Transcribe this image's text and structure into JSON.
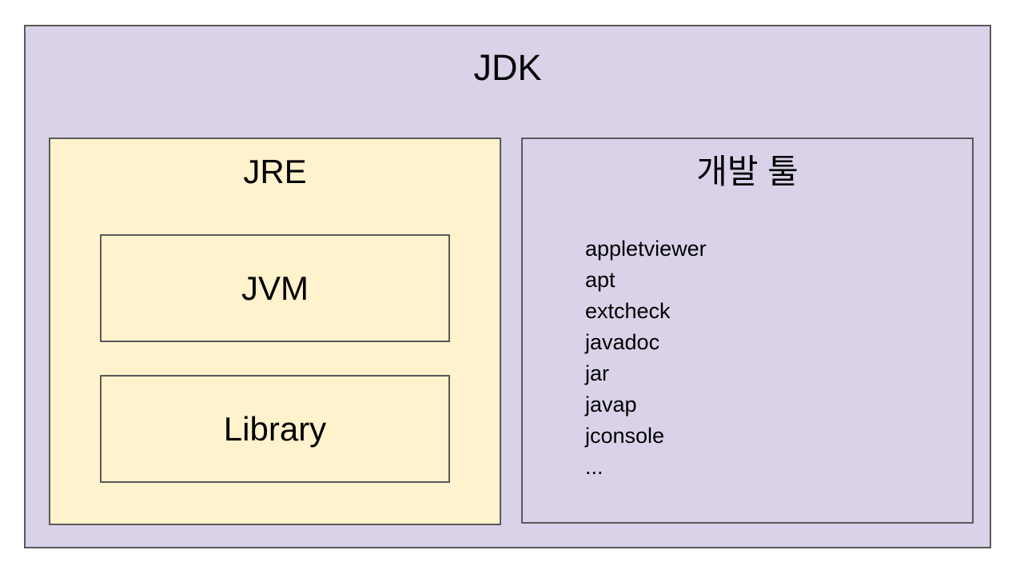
{
  "diagram": {
    "title": "JDK",
    "jre": {
      "title": "JRE",
      "children": [
        {
          "label": "JVM"
        },
        {
          "label": "Library"
        }
      ]
    },
    "dev_tools": {
      "title": "개발 툴",
      "items": [
        "appletviewer",
        "apt",
        "extcheck",
        "javadoc",
        "jar",
        "javap",
        "jconsole",
        "..."
      ]
    },
    "colors": {
      "outer_fill": "#d9d2e9",
      "inner_fill": "#fff2cc",
      "border": "#595959",
      "text": "#000000"
    }
  }
}
